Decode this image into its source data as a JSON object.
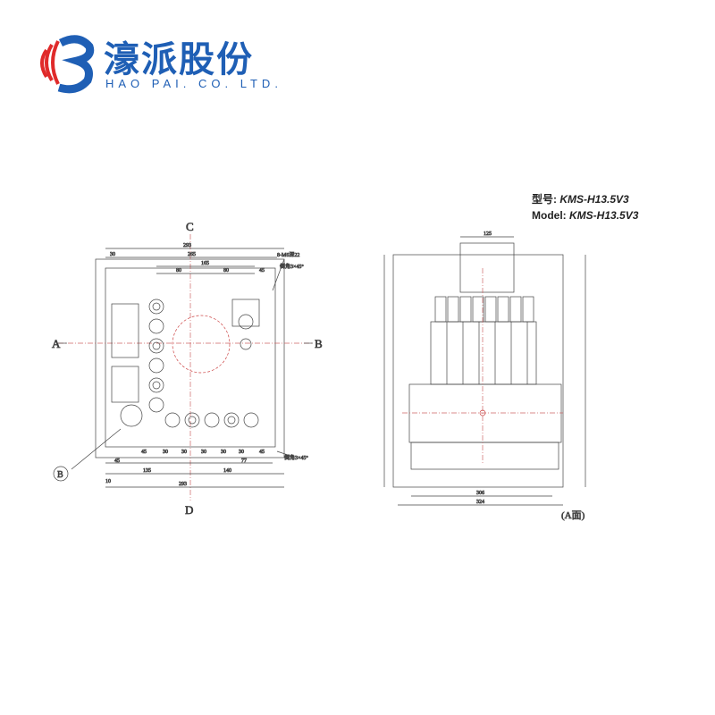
{
  "logo": {
    "chinese": "濠派股份",
    "english": "HAO PAI. CO. LTD."
  },
  "model": {
    "cn_label": "型号:",
    "en_label": "Model:",
    "value": "KMS-H13.5V3"
  },
  "front_view": {
    "labels": {
      "top": "C",
      "bottom": "D",
      "left": "A",
      "right": "B",
      "circle": "B"
    },
    "dims_top": [
      "293",
      "30",
      "265",
      "165",
      "80",
      "80",
      "45"
    ],
    "dims_bottom": [
      "45",
      "30",
      "30",
      "30",
      "30",
      "30",
      "45",
      "77",
      "45",
      "135",
      "140",
      "10",
      "293"
    ],
    "notes": [
      "8-M6深22",
      "倒角3×45°",
      "倒角3×45°"
    ]
  },
  "side_view": {
    "caption": "(A面)",
    "dims": [
      "125",
      "306",
      "324"
    ]
  }
}
